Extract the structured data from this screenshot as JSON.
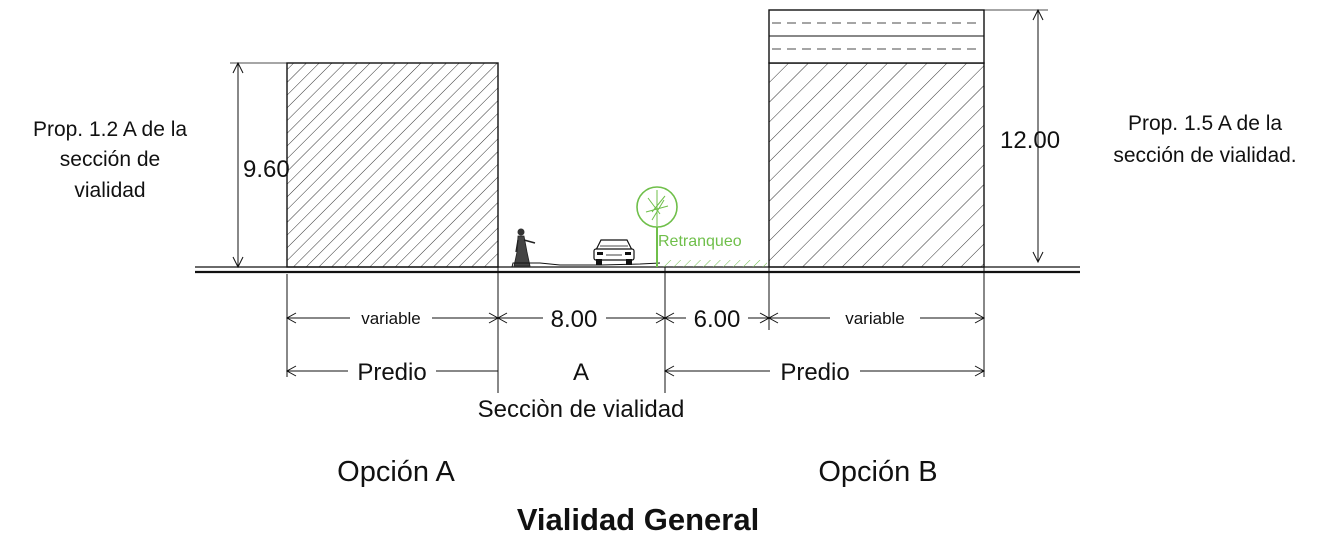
{
  "left_note": {
    "line1": "Prop. 1.2 A de la",
    "line2": "sección de",
    "line3": "vialidad"
  },
  "right_note": {
    "line1": "Prop. 1.5 A de la",
    "line2": "sección de vialidad."
  },
  "heights": {
    "building_a": "9.60",
    "building_b": "12.00"
  },
  "labels": {
    "retranqueo": "Retranqueo"
  },
  "dimensions": {
    "variable_left": "variable",
    "road_width": "8.00",
    "setback": "6.00",
    "variable_right": "variable",
    "predio_left": "Predio",
    "section_letter": "A",
    "predio_right": "Predio",
    "section_caption": "Secciòn de vialidad"
  },
  "options": {
    "a": "Opción A",
    "b": "Opción B"
  },
  "title": "Vialidad General",
  "colors": {
    "ink": "#111111",
    "tree_green": "#6fbf4a"
  }
}
